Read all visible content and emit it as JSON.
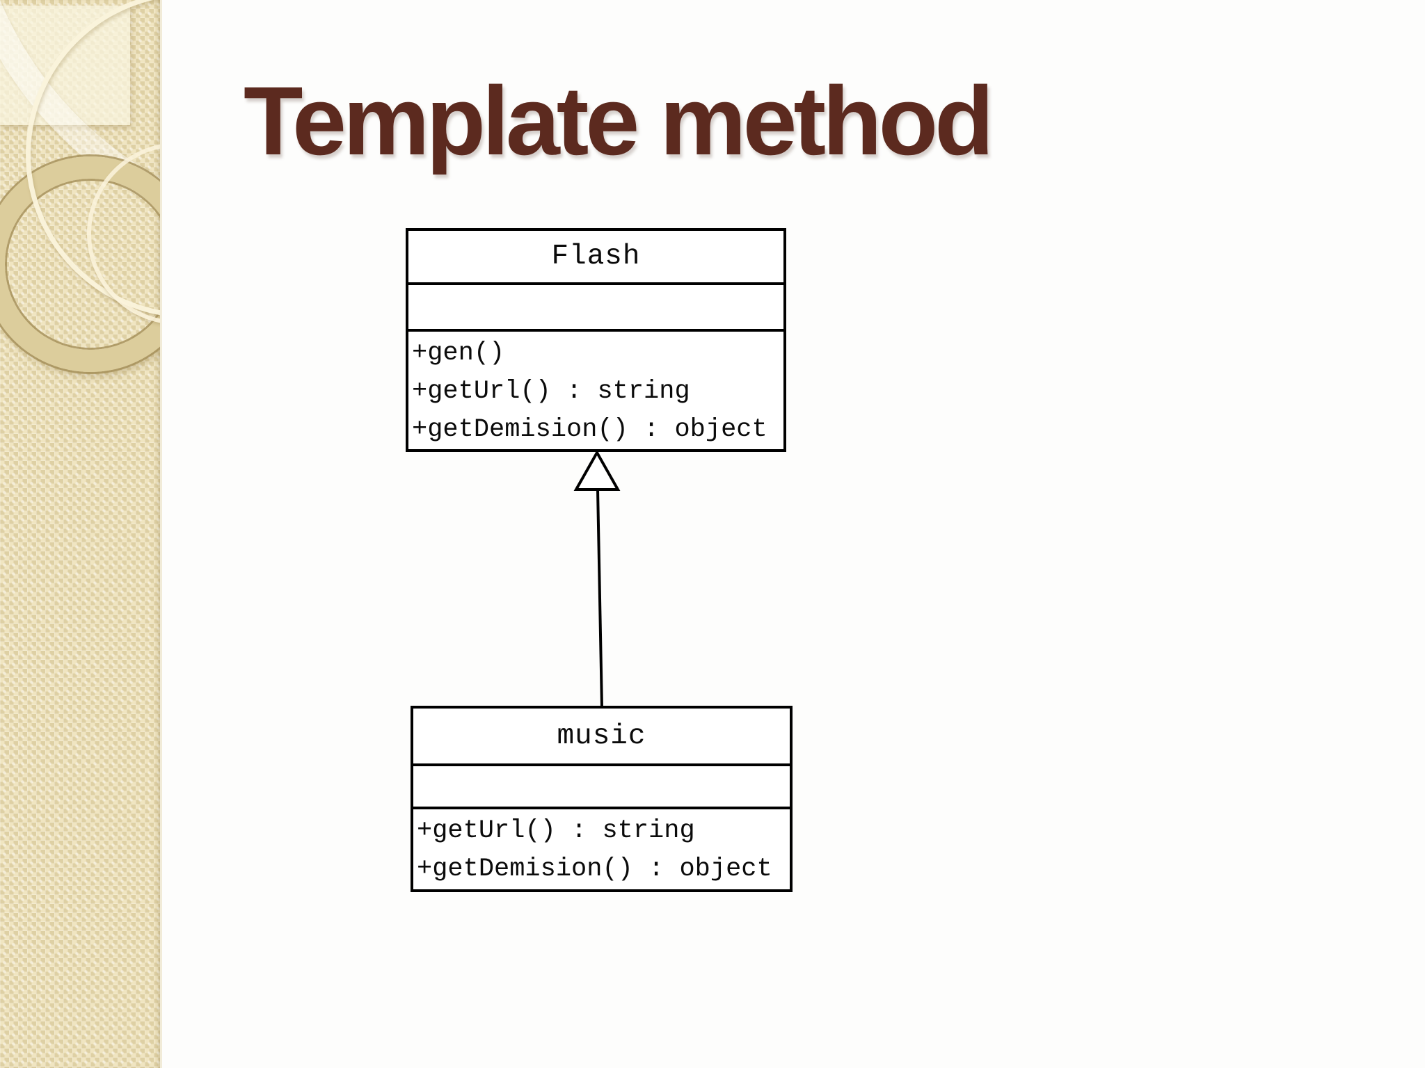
{
  "slide": {
    "title": "Template method",
    "accent_color": "#5C2A1F",
    "sidebar_color": "#F0E5C1",
    "background_color": "#FFFFFF"
  },
  "diagram": {
    "type": "uml-class-diagram",
    "classes": [
      {
        "name": "Flash",
        "attributes": [],
        "methods": [
          "+gen()",
          "+getUrl() : string",
          "+getDemision() : object"
        ]
      },
      {
        "name": "music",
        "attributes": [],
        "methods": [
          "+getUrl() : string",
          "+getDemision() : object"
        ]
      }
    ],
    "relations": [
      {
        "type": "generalization",
        "from": "music",
        "to": "Flash",
        "arrow": "hollow-triangle"
      }
    ]
  }
}
